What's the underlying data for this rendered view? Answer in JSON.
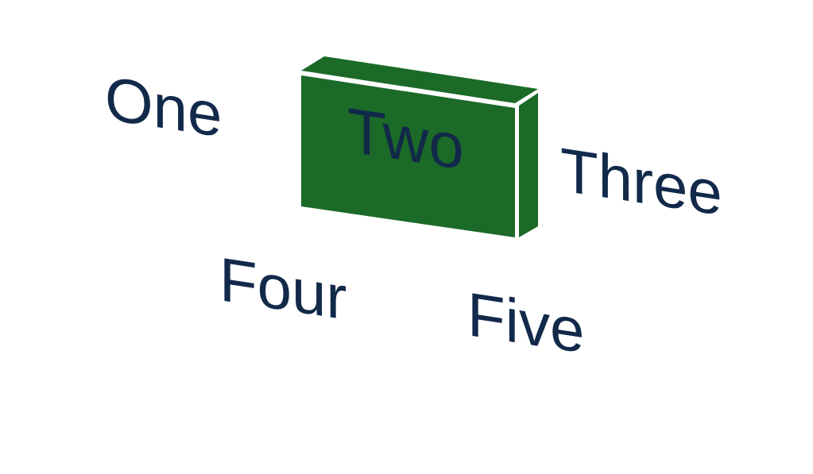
{
  "diagram": {
    "items": [
      {
        "id": "one",
        "label": "One",
        "highlighted": false
      },
      {
        "id": "two",
        "label": "Two",
        "highlighted": true
      },
      {
        "id": "three",
        "label": "Three",
        "highlighted": false
      },
      {
        "id": "four",
        "label": "Four",
        "highlighted": false
      },
      {
        "id": "five",
        "label": "Five",
        "highlighted": false
      }
    ],
    "colors": {
      "text": "#12294a",
      "highlight_box": "#1b6a27",
      "background": "#ffffff",
      "edge": "#ffffff"
    }
  }
}
